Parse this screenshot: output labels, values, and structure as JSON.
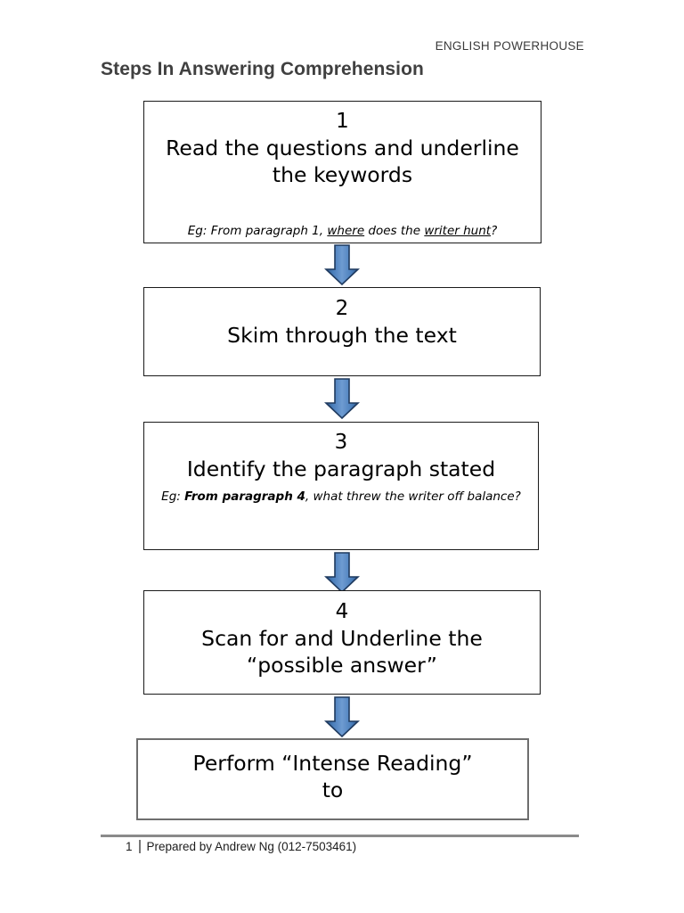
{
  "header": {
    "brand": "ENGLISH POWERHOUSE",
    "title": "Steps In Answering Comprehension"
  },
  "flow": {
    "steps": [
      {
        "number": "1",
        "text": "Read the questions and underline the keywords",
        "eg_prefix": "Eg: From paragraph 1, ",
        "eg_underline_1": "where",
        "eg_middle": " does the ",
        "eg_underline_2": "writer hunt",
        "eg_suffix": "?"
      },
      {
        "number": "2",
        "text": "Skim through the text"
      },
      {
        "number": "3",
        "text": "Identify the paragraph stated",
        "eg_prefix": "Eg: ",
        "eg_bold": "From paragraph 4",
        "eg_suffix": ", what threw the writer off balance?"
      },
      {
        "number": "4",
        "text_line_1": "Scan for and Underline the",
        "text_line_2": "“possible answer”"
      },
      {
        "text_line_1": "Perform “Intense Reading”",
        "text_line_2": "to"
      }
    ],
    "arrow_label": "down-arrow"
  },
  "footer": {
    "page_number": "1",
    "text": "Prepared by Andrew Ng (012-7503461)"
  },
  "colors": {
    "arrow_fill_light": "#6e9bd1",
    "arrow_fill_mid": "#4a7ebb",
    "arrow_fill_dark": "#2c5688",
    "arrow_stroke": "#1f3a5f",
    "box_border": "#1a1a1a",
    "box_border_soft": "#6e6e6e",
    "title_color": "#404040",
    "footer_rule": "#8a8a8a"
  }
}
